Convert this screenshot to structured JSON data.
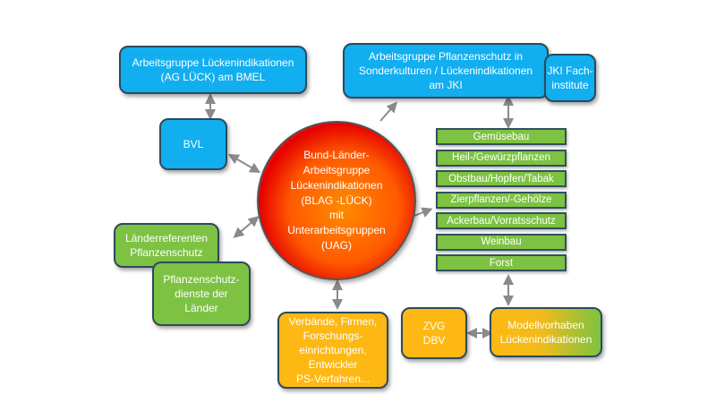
{
  "boxes": {
    "ag_lueck": "Arbeitsgruppe Lückenindikationen\n(AG LÜCK) am BMEL",
    "ag_pflanzenschutz": "Arbeitsgruppe Pflanzenschutz in\nSonderkulturen / Lückenindikationen\nam JKI",
    "jki": "JKI Fach-\ninstitute",
    "bvl": "BVL",
    "center": "Bund-Länder-\nArbeitsgruppe\nLückenindikationen\n(BLAG -LÜCK)\nmit\nUnterarbeitsgruppen\n(UAG)",
    "laenderreferenten": "Länderreferenten\nPflanzenschutz",
    "pflanzenschutzdienste": "Pflanzenschutz-\ndienste der\nLänder",
    "verbaende": "Verbände, Firmen,\nForschungs-\neinrichtungen,\nEntwickler\nPS-Verfahren...",
    "zvg": "ZVG\nDBV",
    "modellvorhaben": "Modellvorhaben\nLückenindikationen"
  },
  "uag_list": [
    "Gemüsebau",
    "Heil-/Gewürzpflanzen",
    "Obstbau/Hopfen/Tabak",
    "Zierpflanzen/-Gehölze",
    "Ackerbau/Vorratsschutz",
    "Weinbau",
    "Forst"
  ],
  "colors": {
    "blue": "#11aef0",
    "green": "#7dc242",
    "orange": "#fdb813",
    "red": "#e60000"
  }
}
